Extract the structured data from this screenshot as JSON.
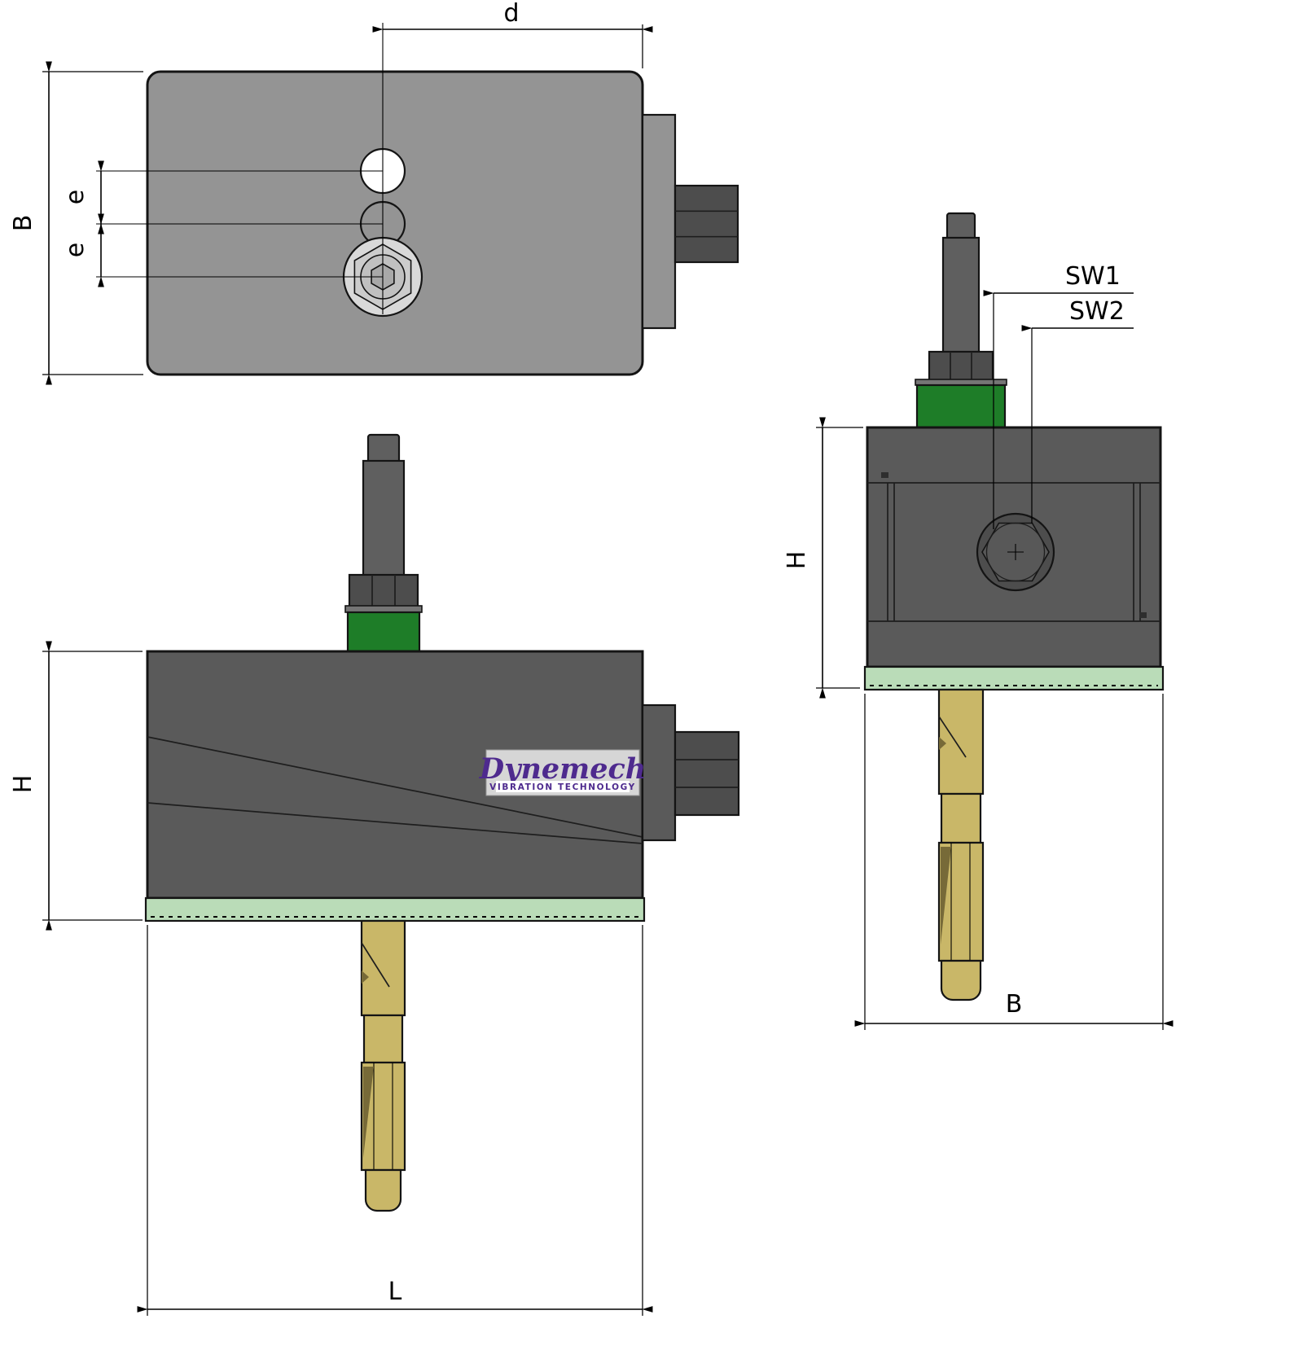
{
  "drawing": {
    "logo": {
      "name": "Dynemech",
      "tagline": "VIBRATION TECHNOLOGY"
    },
    "dimensions": {
      "top_view": {
        "width": "d",
        "depth": "B",
        "offset1": "e",
        "offset2": "e"
      },
      "front_view": {
        "height": "H",
        "length": "L"
      },
      "side_view": {
        "height": "H",
        "width": "B",
        "wrench1": "SW1",
        "wrench2": "SW2"
      }
    },
    "colors": {
      "body_top": "#949494",
      "body_dark": "#5a5a5a",
      "nut_dark": "#4d4d4d",
      "stud_gray": "#5f5f5f",
      "bushing_green": "#1e7d28",
      "pad_green": "#badcb8",
      "anchor_gold": "#c9b768",
      "anchor_dark": "#776a38",
      "bolt_outer": "#d9d9d9",
      "bolt_hex": "#cccccc",
      "bolt_inner": "#c0c0c0",
      "bolt_socket": "#a8a8a8",
      "plate_gray": "#757575",
      "logo_purple": "#4e2a8e",
      "logo_bg": "#d6d6d6",
      "outline": "#141414"
    }
  }
}
